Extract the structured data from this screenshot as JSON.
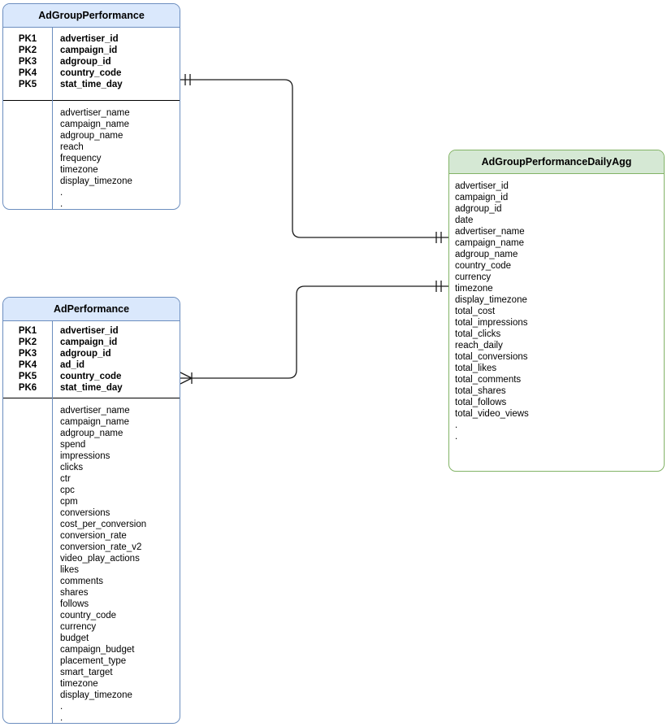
{
  "diagram": {
    "tables": [
      {
        "name": "AdGroupPerformance",
        "header_fill": "#dae8fc",
        "border_color": "#6c8ebf",
        "primary_keys": [
          {
            "key": "PK1",
            "field": "advertiser_id"
          },
          {
            "key": "PK2",
            "field": "campaign_id"
          },
          {
            "key": "PK3",
            "field": "adgroup_id"
          },
          {
            "key": "PK4",
            "field": "country_code"
          },
          {
            "key": "PK5",
            "field": "stat_time_day"
          }
        ],
        "fields": [
          "advertiser_name",
          "campaign_name",
          "adgroup_name",
          "reach",
          "frequency",
          "timezone",
          "display_timezone",
          ".",
          "."
        ]
      },
      {
        "name": "AdPerformance",
        "header_fill": "#dae8fc",
        "border_color": "#6c8ebf",
        "primary_keys": [
          {
            "key": "PK1",
            "field": "advertiser_id"
          },
          {
            "key": "PK2",
            "field": "campaign_id"
          },
          {
            "key": "PK3",
            "field": "adgroup_id"
          },
          {
            "key": "PK4",
            "field": "ad_id"
          },
          {
            "key": "PK5",
            "field": "country_code"
          },
          {
            "key": "PK6",
            "field": "stat_time_day"
          }
        ],
        "fields": [
          "advertiser_name",
          "campaign_name",
          "adgroup_name",
          "spend",
          "impressions",
          "clicks",
          "ctr",
          "cpc",
          "cpm",
          "conversions",
          "cost_per_conversion",
          "conversion_rate",
          "conversion_rate_v2",
          "video_play_actions",
          "likes",
          "comments",
          "shares",
          "follows",
          "country_code",
          "currency",
          "budget",
          "campaign_budget",
          "placement_type",
          "smart_target",
          "timezone",
          "display_timezone",
          ".",
          "."
        ]
      },
      {
        "name": "AdGroupPerformanceDailyAgg",
        "header_fill": "#d5e8d4",
        "border_color": "#82b366",
        "primary_keys": [],
        "fields": [
          "advertiser_id",
          "campaign_id",
          "adgroup_id",
          "date",
          "advertiser_name",
          "campaign_name",
          "adgroup_name",
          "country_code",
          "currency",
          "timezone",
          "display_timezone",
          "total_cost",
          "total_impressions",
          "total_clicks",
          "reach_daily",
          "total_conversions",
          "total_likes",
          "total_comments",
          "total_shares",
          "total_follows",
          "total_video_views",
          ".",
          "."
        ]
      }
    ],
    "relationships": [
      {
        "from": "AdGroupPerformance",
        "to": "AdGroupPerformanceDailyAgg",
        "from_cardinality": "one-and-only-one",
        "to_cardinality": "one-and-only-one"
      },
      {
        "from": "AdPerformance",
        "to": "AdGroupPerformanceDailyAgg",
        "from_cardinality": "one-or-many",
        "to_cardinality": "one-and-only-one"
      }
    ],
    "line_color": "#1a1a1a"
  }
}
